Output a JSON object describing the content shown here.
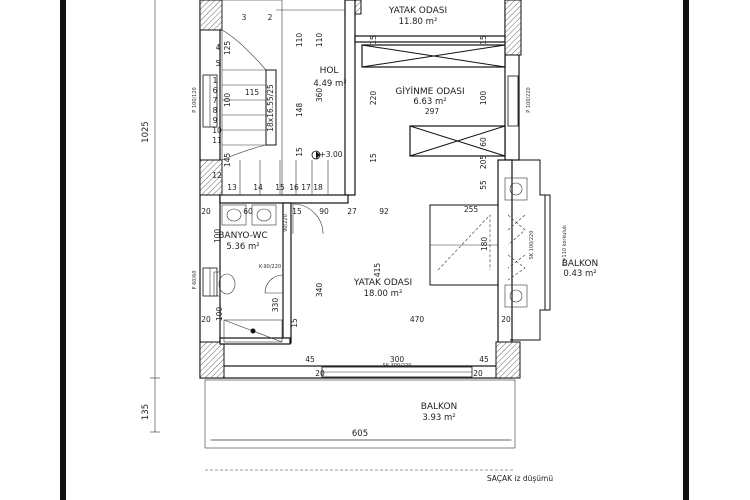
{
  "rooms": {
    "yatak_odasi_top": {
      "name": "YATAK ODASI",
      "area": "11.80 m²"
    },
    "hol": {
      "name": "HOL",
      "area": "4.49 m²"
    },
    "giyinme": {
      "name": "GİYİNME ODASI",
      "area": "6.63 m²"
    },
    "banyo": {
      "name": "BANYO-WC",
      "area": "5.36 m²"
    },
    "yatak_odasi_main": {
      "name": "YATAK ODASI",
      "area": "18.00 m²"
    },
    "balkon_right": {
      "name": "BALKON",
      "area": "0.43 m²"
    },
    "balkon_bottom": {
      "name": "BALKON",
      "area": "3.93 m²"
    }
  },
  "dimensions": {
    "d1025": "1025",
    "d135": "135",
    "d605": "605",
    "d470": "470",
    "d300": "300",
    "d415": "415",
    "d340": "340",
    "d330": "330",
    "d220": "220",
    "d100": "100",
    "d115": "115",
    "d110": "110",
    "d148": "148",
    "d360": "360",
    "d125": "125",
    "d15": "15",
    "d20": "20",
    "d45": "45",
    "d60": "60",
    "d90": "90",
    "d27": "27",
    "d92": "92",
    "d255": "255",
    "d180": "180",
    "d55": "55",
    "d297": "297",
    "d205": "205",
    "d145": "145",
    "elev": "+3.00",
    "stair_spec": "18x16.55/25"
  },
  "stair_numbers": [
    "1",
    "2",
    "3",
    "4",
    "5",
    "6",
    "7",
    "8",
    "9",
    "10",
    "11",
    "12",
    "13",
    "14",
    "15",
    "16",
    "17",
    "18"
  ],
  "window_labels": {
    "p100_120": "P 100/120",
    "p100_220": "P 100/220",
    "p6060": "P 60/60",
    "k90_220": "K-90/220",
    "k90_220_b": "90/220",
    "sk300_220": "SK 300/220",
    "sk100_220": "SK 100/220",
    "korkuluk": "h=110 korkuluk"
  },
  "footer": {
    "sacak": "SAÇAK iz düşümü"
  }
}
